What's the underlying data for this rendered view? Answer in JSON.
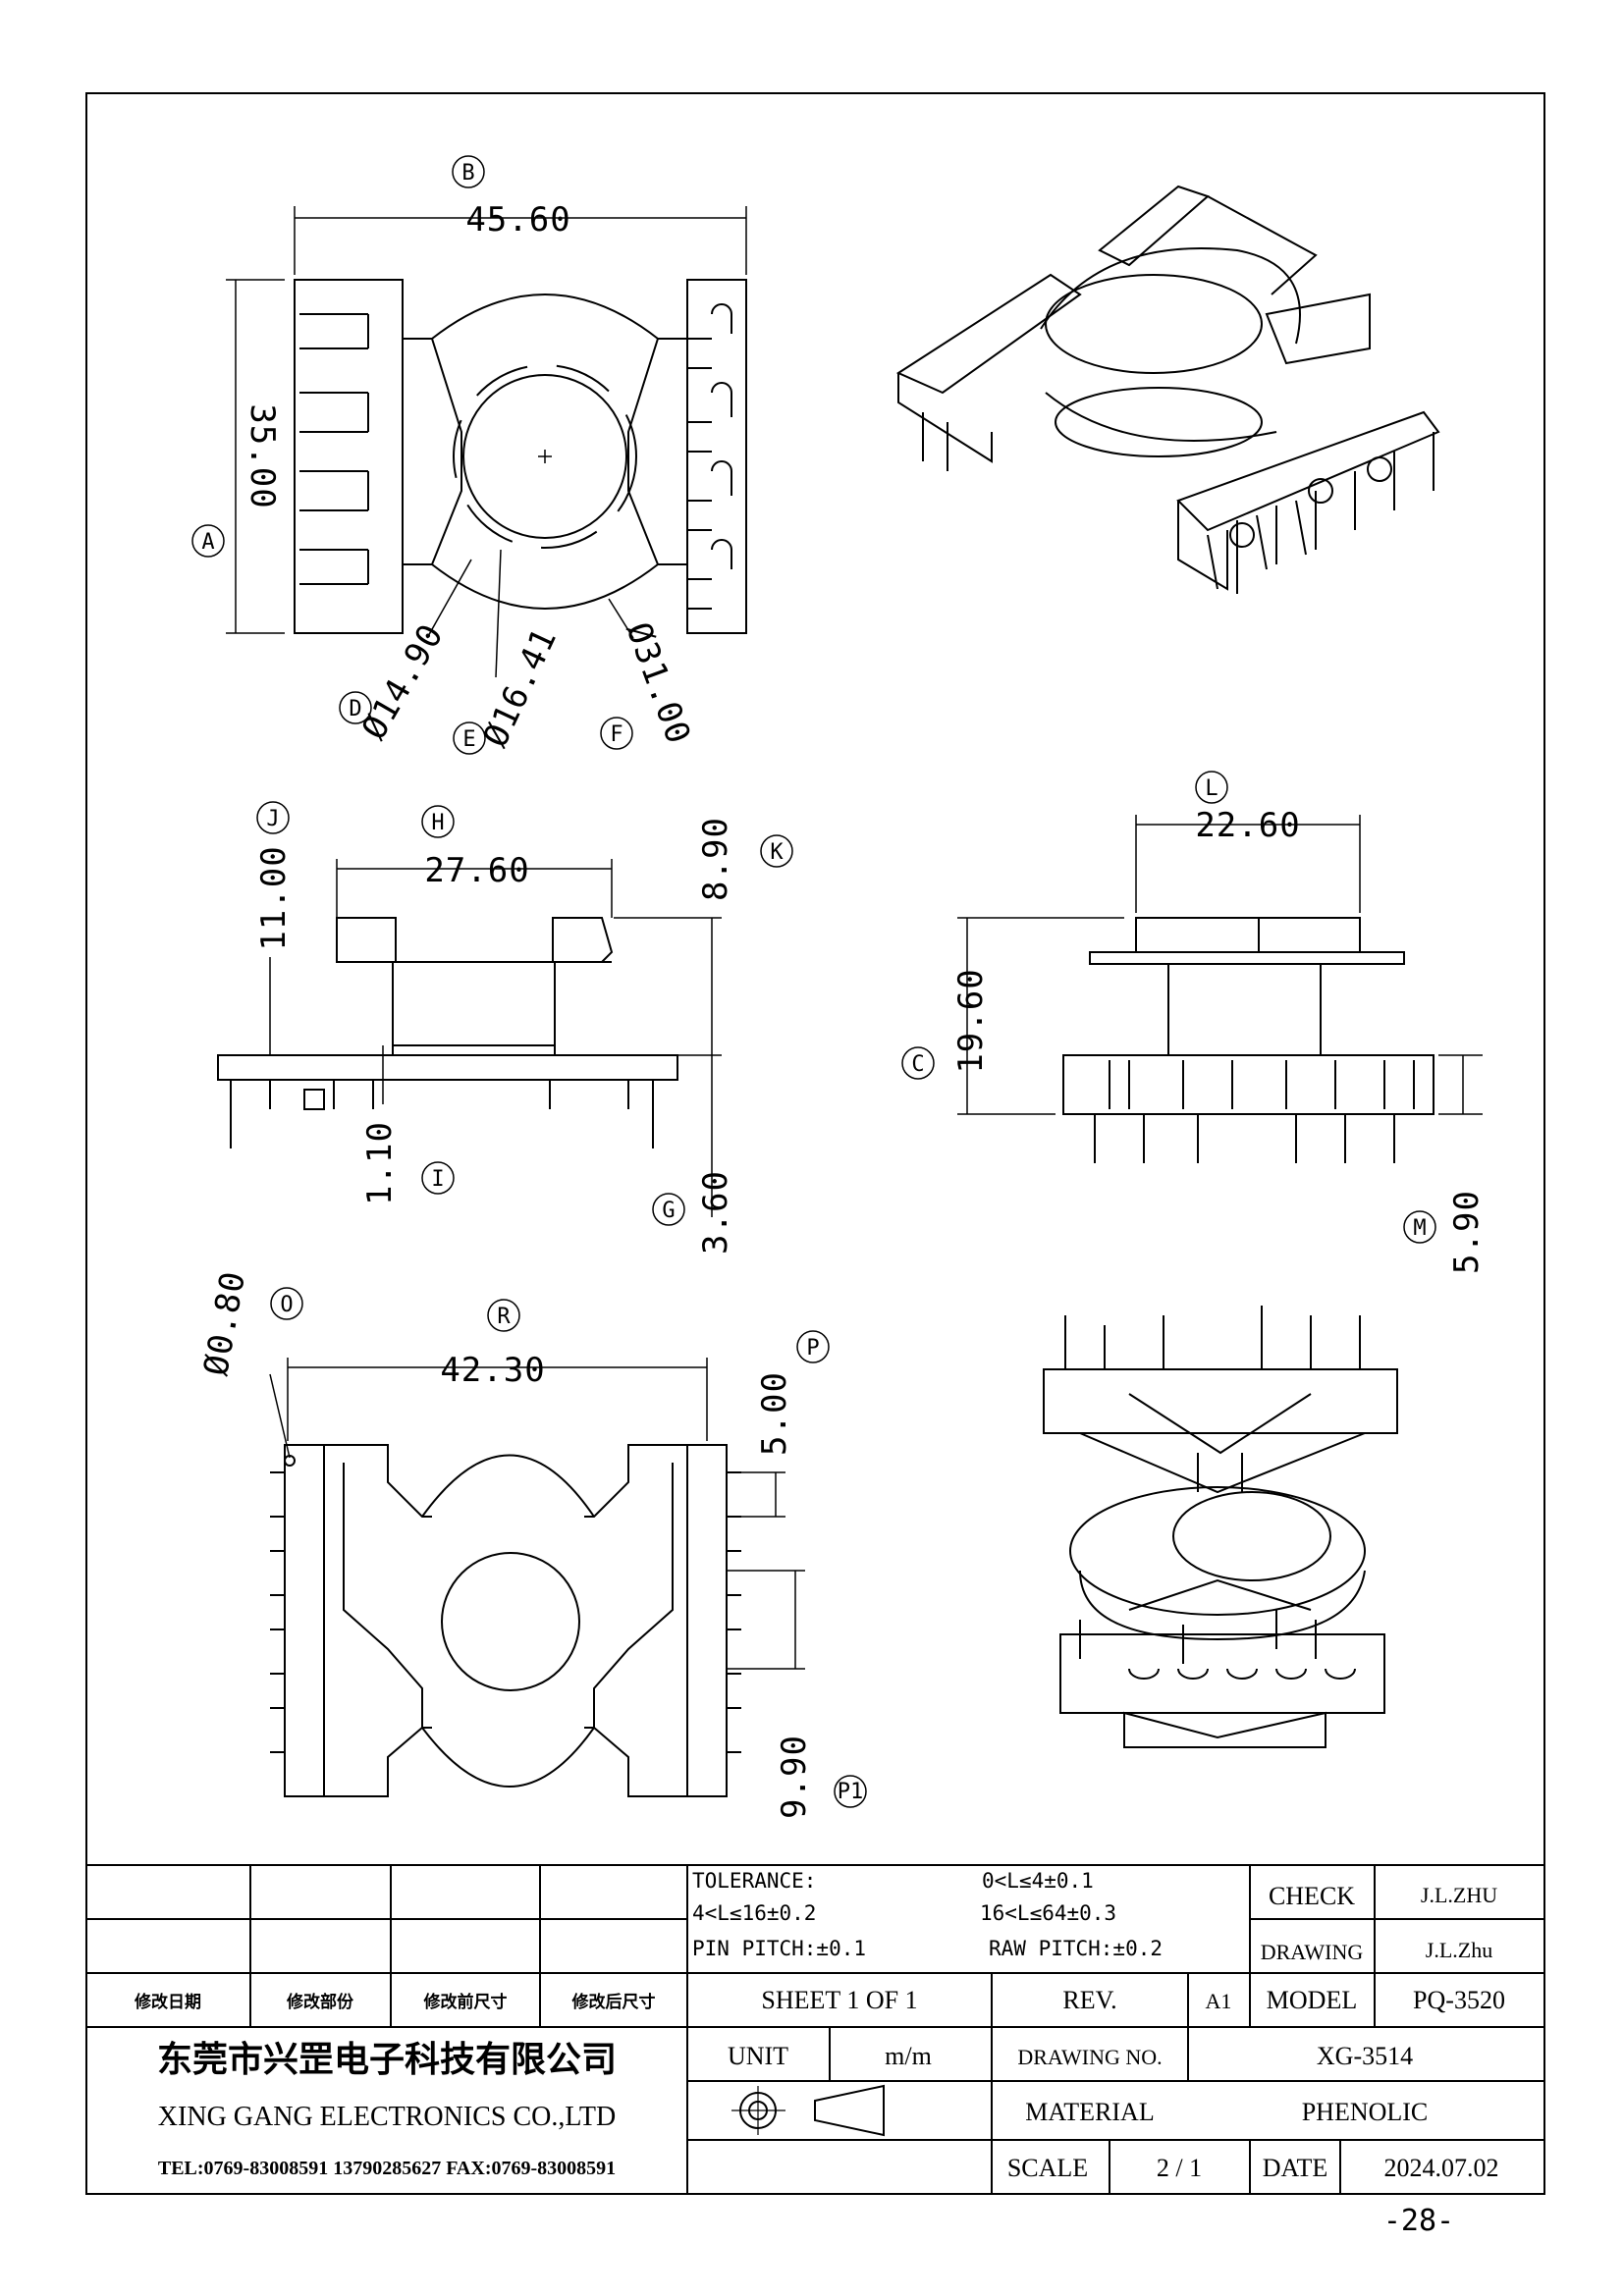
{
  "dimensions": {
    "B": {
      "tag": "B",
      "value": "45.60"
    },
    "A": {
      "tag": "A",
      "value": "35.00"
    },
    "D": {
      "tag": "D",
      "value": "Ø14.90"
    },
    "E": {
      "tag": "E",
      "value": "Ø16.41"
    },
    "F": {
      "tag": "F",
      "value": "Ø31.00"
    },
    "J": {
      "tag": "J",
      "value": "11.00"
    },
    "H": {
      "tag": "H",
      "value": "27.60"
    },
    "K": {
      "tag": "K",
      "value": "8.90"
    },
    "I": {
      "tag": "I",
      "value": "1.10"
    },
    "G": {
      "tag": "G",
      "value": "3.60"
    },
    "L": {
      "tag": "L",
      "value": "22.60"
    },
    "C": {
      "tag": "C",
      "value": "19.60"
    },
    "M": {
      "tag": "M",
      "value": "5.90"
    },
    "O": {
      "tag": "O",
      "value": "Ø0.80"
    },
    "R": {
      "tag": "R",
      "value": "42.30"
    },
    "P": {
      "tag": "P",
      "value": "5.00"
    },
    "P1": {
      "tag": "P1",
      "value": "9.90"
    }
  },
  "title_block": {
    "tolerance_label": "TOLERANCE:",
    "tol_1": "0<L≤4±0.1",
    "tol_2": "4<L≤16±0.2",
    "tol_3": "16<L≤64±0.3",
    "pin_pitch": "PIN PITCH:±0.1",
    "raw_pitch": "RAW PITCH:±0.2",
    "check_label": "CHECK",
    "check_value": "J.L.ZHU",
    "drawing_label": "DRAWING",
    "drawing_value": "J.L.Zhu",
    "rev_headers": [
      "修改日期",
      "修改部份",
      "修改前尺寸",
      "修改后尺寸"
    ],
    "sheet": "SHEET 1 OF 1",
    "rev_label": "REV.",
    "rev_value": "A1",
    "model_label": "MODEL",
    "model_value": "PQ-3520",
    "unit_label": "UNIT",
    "unit_value": "m/m",
    "drawing_no_label": "DRAWING NO.",
    "drawing_no_value": "XG-3514",
    "material_label": "MATERIAL",
    "material_value": "PHENOLIC",
    "scale_label": "SCALE",
    "scale_value": "2 / 1",
    "date_label": "DATE",
    "date_value": "2024.07.02",
    "company_cn": "东莞市兴罡电子科技有限公司",
    "company_en": "XING GANG ELECTRONICS CO.,LTD",
    "tel": "TEL:0769-83008591 13790285627 FAX:0769-83008591"
  },
  "page_number": "-28-"
}
